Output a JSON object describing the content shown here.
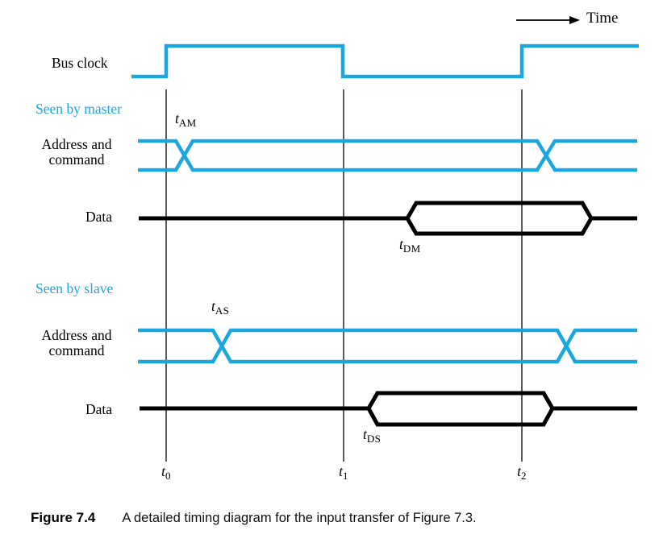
{
  "figure_caption": {
    "number": "Figure 7.4",
    "text": "A detailed timing diagram for the input transfer of Figure 7.3."
  },
  "header": {
    "time_label": "Time"
  },
  "signals": {
    "bus_clock": "Bus clock",
    "master_section": "Seen by master",
    "slave_section": "Seen by slave",
    "address_line1": "Address and",
    "address_line2": "command",
    "data": "Data"
  },
  "timing_params": {
    "t_am": {
      "base": "t",
      "sub": "AM"
    },
    "t_dm": {
      "base": "t",
      "sub": "DM"
    },
    "t_as": {
      "base": "t",
      "sub": "AS"
    },
    "t_ds": {
      "base": "t",
      "sub": "DS"
    }
  },
  "time_axis": {
    "t0": {
      "base": "t",
      "sub": "0"
    },
    "t1": {
      "base": "t",
      "sub": "1"
    },
    "t2": {
      "base": "t",
      "sub": "2"
    }
  },
  "colors": {
    "accent_cyan": "#1aa7e1",
    "ink_black": "#000000"
  },
  "diagram": {
    "type": "bus-timing-diagram",
    "time_markers": [
      "t0",
      "t1",
      "t2"
    ],
    "rows": [
      {
        "signal": "Bus clock",
        "color": "cyan",
        "behavior": "low before t0, high t0 to t1, low t1 to t2, high after t2"
      },
      {
        "section": "Seen by master",
        "color": "cyan"
      },
      {
        "signal": "Address and command",
        "seen_by": "master",
        "color": "cyan",
        "behavior": "value change t_AM after t0; changes again just after t2"
      },
      {
        "signal": "Data",
        "seen_by": "master",
        "color": "black",
        "behavior": "valid-data hexagon begins t_DM after t1 and ends after t2"
      },
      {
        "section": "Seen by slave",
        "color": "cyan"
      },
      {
        "signal": "Address and command",
        "seen_by": "slave",
        "color": "cyan",
        "behavior": "value change t_AS after t0; changes again after t2"
      },
      {
        "signal": "Data",
        "seen_by": "slave",
        "color": "black",
        "behavior": "valid-data hexagon begins t_DS after t1 and ends just after t2"
      }
    ]
  }
}
